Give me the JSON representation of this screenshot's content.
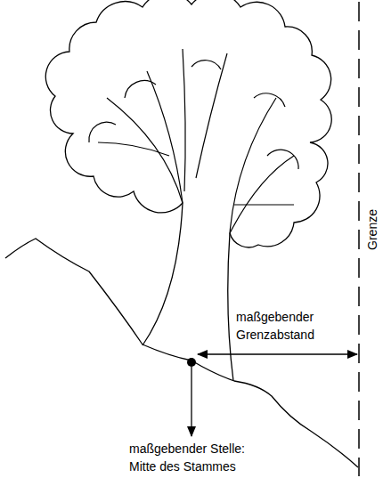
{
  "diagram": {
    "labels": [
      "Grenze",
      "maßgebender Grenzabstand",
      "maßgebender Stelle: Mitte des Stammes"
    ]
  }
}
